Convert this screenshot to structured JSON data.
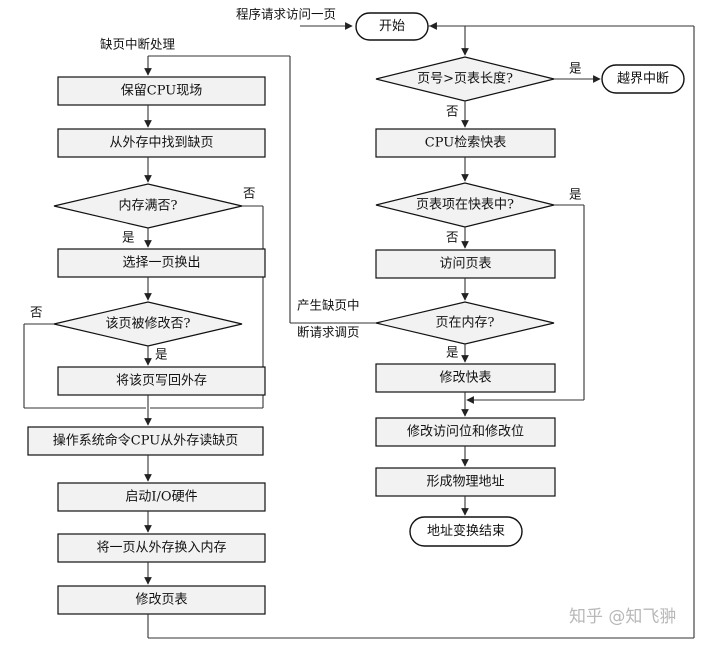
{
  "diagram": {
    "nodes": {
      "start": "开始",
      "page_check": "页号>页表长度?",
      "overflow": "越界中断",
      "tlb_search": "CPU检索快表",
      "in_tlb": "页表项在快表中?",
      "visit_pt": "访问页表",
      "in_memory": "页在内存?",
      "update_tlb": "修改快表",
      "update_bits": "修改访问位和修改位",
      "physical_addr": "形成物理地址",
      "end": "地址变换结束",
      "save_cpu": "保留CPU现场",
      "find_page": "从外存中找到缺页",
      "mem_full": "内存满否?",
      "select_out": "选择一页换出",
      "modified": "该页被修改否?",
      "write_back": "将该页写回外存",
      "os_read": "操作系统命令CPU从外存读缺页",
      "start_io": "启动I/O硬件",
      "load_page": "将一页从外存换入内存",
      "update_pt": "修改页表"
    },
    "labels": {
      "request": "程序请求访问一页",
      "fault_handler": "缺页中断处理",
      "fault_line1": "产生缺页中",
      "fault_line2": "断请求调页",
      "yes_overflow": "是",
      "no_page_check": "否",
      "yes_tlb": "是",
      "no_tlb": "否",
      "yes_mem": "是",
      "yes_full": "是",
      "no_full": "否",
      "yes_modified": "是",
      "no_modified": "否"
    }
  },
  "watermark": "知乎 @知飞翀"
}
